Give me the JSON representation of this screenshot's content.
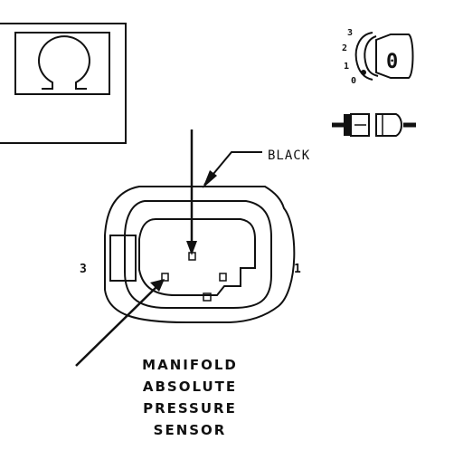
{
  "meter_icon": {
    "symbol": "Ω"
  },
  "ignition_key": {
    "positions": [
      "3",
      "2",
      "1",
      "0"
    ],
    "key_label": "0"
  },
  "connector": {
    "wire_color_label": "BLACK",
    "pin_labels": {
      "left": "3",
      "right": "1"
    }
  },
  "component_name": [
    "MANIFOLD",
    "ABSOLUTE",
    "PRESSURE",
    "SENSOR"
  ]
}
